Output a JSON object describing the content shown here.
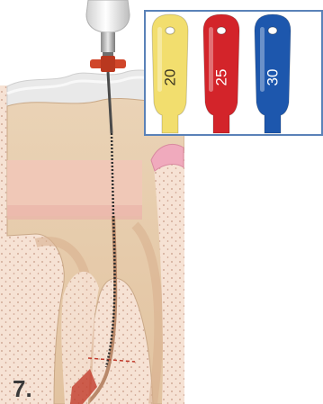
{
  "step_label": "7.",
  "file_sizes": [
    {
      "size": "20",
      "color": "#f2de6e",
      "text_color": "#3a3420"
    },
    {
      "size": "25",
      "color": "#d3242a",
      "text_color": "#ffffff"
    },
    {
      "size": "30",
      "color": "#1d57ad",
      "text_color": "#ffffff"
    }
  ],
  "colors": {
    "inset_border": "#5a82b8",
    "enamel": "#e4e4e4",
    "dentin": "#e6c8a6",
    "pulp": "#efc4b8",
    "bone": "#f5e0d2",
    "gum": "#f0aabd",
    "stopper": "#d0462a"
  },
  "icons": [
    "tooth-cross-section",
    "endodontic-file",
    "rubber-stopper",
    "file-handle"
  ]
}
